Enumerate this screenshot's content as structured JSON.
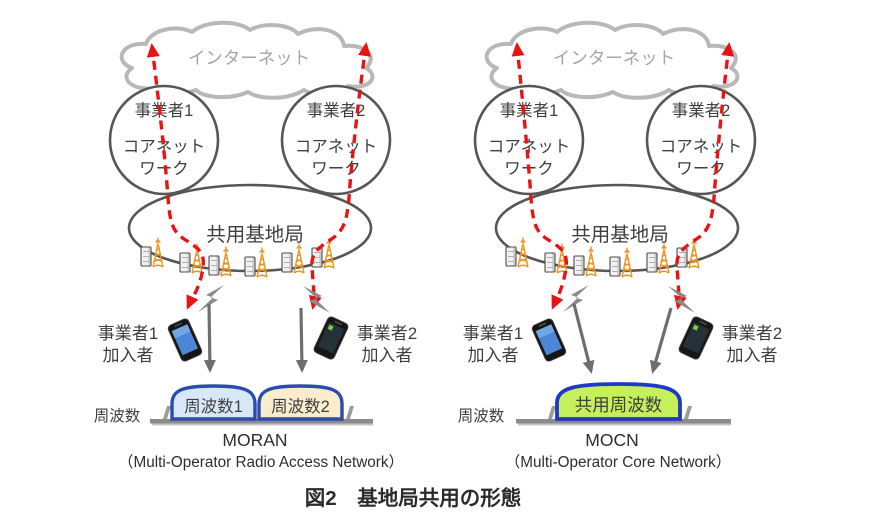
{
  "figure_caption": "図2　基地局共用の形態",
  "colors": {
    "red_path": "#e81313",
    "gray_arrow": "#6e6e6e",
    "cloud_stroke": "#b8b8b8",
    "outline": "#565656",
    "tower_orange": "#f0941e",
    "baseline_gray": "#8b8b8b"
  },
  "diagrams": [
    {
      "title": "MORAN",
      "subtitle": "（Multi-Operator Radio Access Network）",
      "internet_label": "インターネット",
      "base_station_label": "共用基地局",
      "freq_axis_label": "周波数",
      "cores": [
        {
          "operator": "事業者1",
          "net_line1": "コアネット",
          "net_line2": "ワーク"
        },
        {
          "operator": "事業者2",
          "net_line1": "コアネット",
          "net_line2": "ワーク"
        }
      ],
      "subscribers": [
        {
          "line1": "事業者1",
          "line2": "加入者"
        },
        {
          "line1": "事業者2",
          "line2": "加入者"
        }
      ],
      "bands": [
        {
          "label": "周波数1",
          "fill": "#d9e8f8",
          "stroke": "#2b4bb0"
        },
        {
          "label": "周波数2",
          "fill": "#fbeccd",
          "stroke": "#2b4bb0"
        }
      ]
    },
    {
      "title": "MOCN",
      "subtitle": "（Multi-Operator Core Network）",
      "internet_label": "インターネット",
      "base_station_label": "共用基地局",
      "freq_axis_label": "周波数",
      "cores": [
        {
          "operator": "事業者1",
          "net_line1": "コアネット",
          "net_line2": "ワーク"
        },
        {
          "operator": "事業者2",
          "net_line1": "コアネット",
          "net_line2": "ワーク"
        }
      ],
      "subscribers": [
        {
          "line1": "事業者1",
          "line2": "加入者"
        },
        {
          "line1": "事業者2",
          "line2": "加入者"
        }
      ],
      "bands": [
        {
          "label": "共用周波数",
          "fill": "#c5f05b",
          "stroke": "#2038c8"
        }
      ]
    }
  ]
}
